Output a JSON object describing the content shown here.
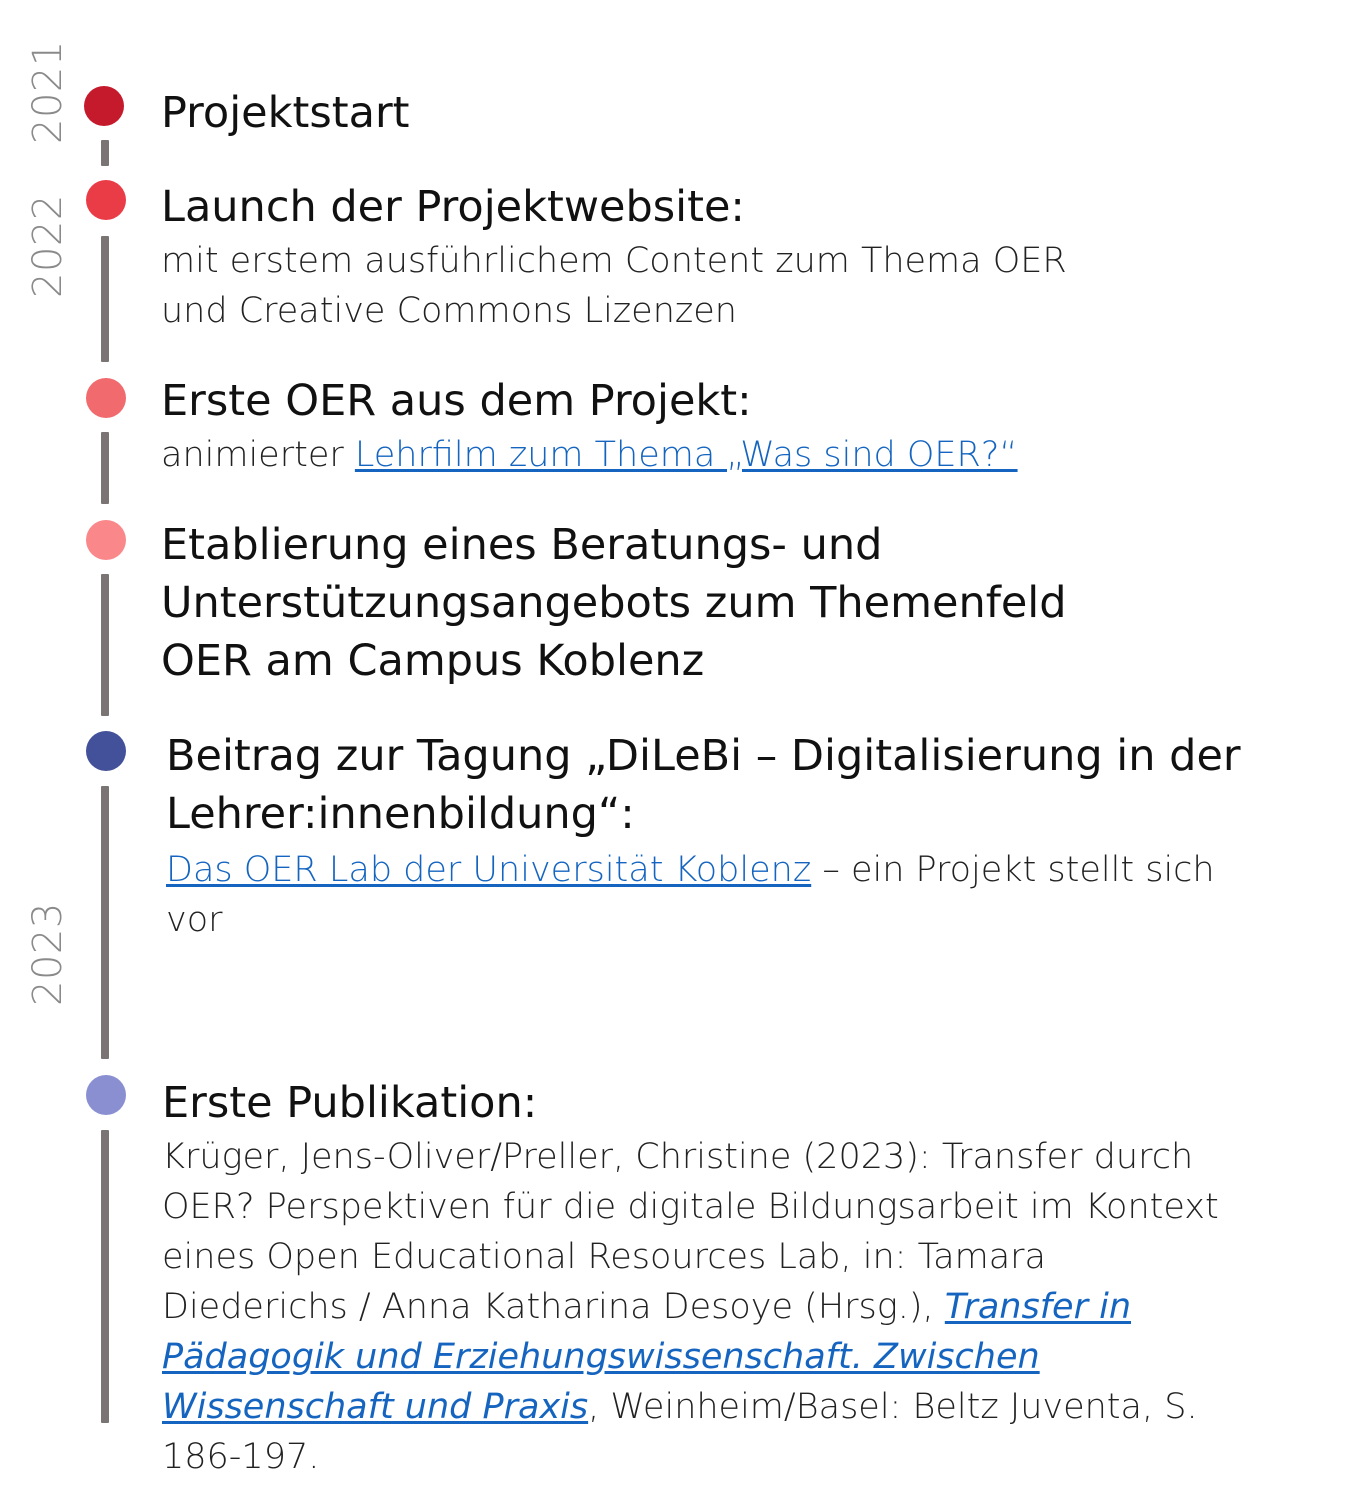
{
  "years": {
    "y2021": "2021",
    "y2022": "2022",
    "y2023": "2023"
  },
  "colors": {
    "dot_1": "#c41a2b",
    "dot_2": "#ea3c47",
    "dot_3": "#f06a6e",
    "dot_4": "#fa878a",
    "dot_5": "#43509a",
    "dot_6": "#8a8fd2",
    "line": "#7a7474",
    "link": "#1565c0",
    "year_text": "#8a8a8a"
  },
  "entries": [
    {
      "title": "Projektstart"
    },
    {
      "title": "Launch der Projektwebsite:",
      "desc_line1": "mit erstem ausführlichem Content zum Thema OER",
      "desc_line2": "und Creative Commons Lizenzen"
    },
    {
      "title": "Erste OER aus dem Projekt:",
      "desc_prefix": "animierter ",
      "link": "Lehrfilm zum Thema „Was sind OER?“"
    },
    {
      "title_line1": "Etablierung eines Beratungs- und",
      "title_line2": "Unterstützungsangebots zum Themenfeld",
      "title_line3": "OER am Campus Koblenz"
    },
    {
      "title_line1": "Beitrag zur Tagung „DiLeBi – Digitalisierung in der",
      "title_line2": "Lehrer:innenbildung“:",
      "link": "Das OER Lab der Universität Koblenz",
      "desc_suffix_line1": " – ein Projekt stellt sich",
      "desc_suffix_line2": "vor"
    },
    {
      "title": "Erste Publikation:",
      "cite_line1": "Krüger, Jens-Oliver/Preller, Christine (2023): Transfer durch",
      "cite_line2": "OER? Perspektiven für die digitale Bildungsarbeit im Kontext",
      "cite_line3": "eines Open Educational Resources Lab, in: Tamara",
      "cite_line4_prefix": "Diederichs / Anna Katharina Desoye (Hrsg.), ",
      "cite_link_line1": "Transfer in",
      "cite_link_line2": "Pädagogik und Erziehungswissenschaft. Zwischen",
      "cite_link_line3": "Wissenschaft und Praxis",
      "cite_line6_suffix": ", Weinheim/Basel: Beltz Juventa, S.",
      "cite_line7": "186-197."
    }
  ]
}
